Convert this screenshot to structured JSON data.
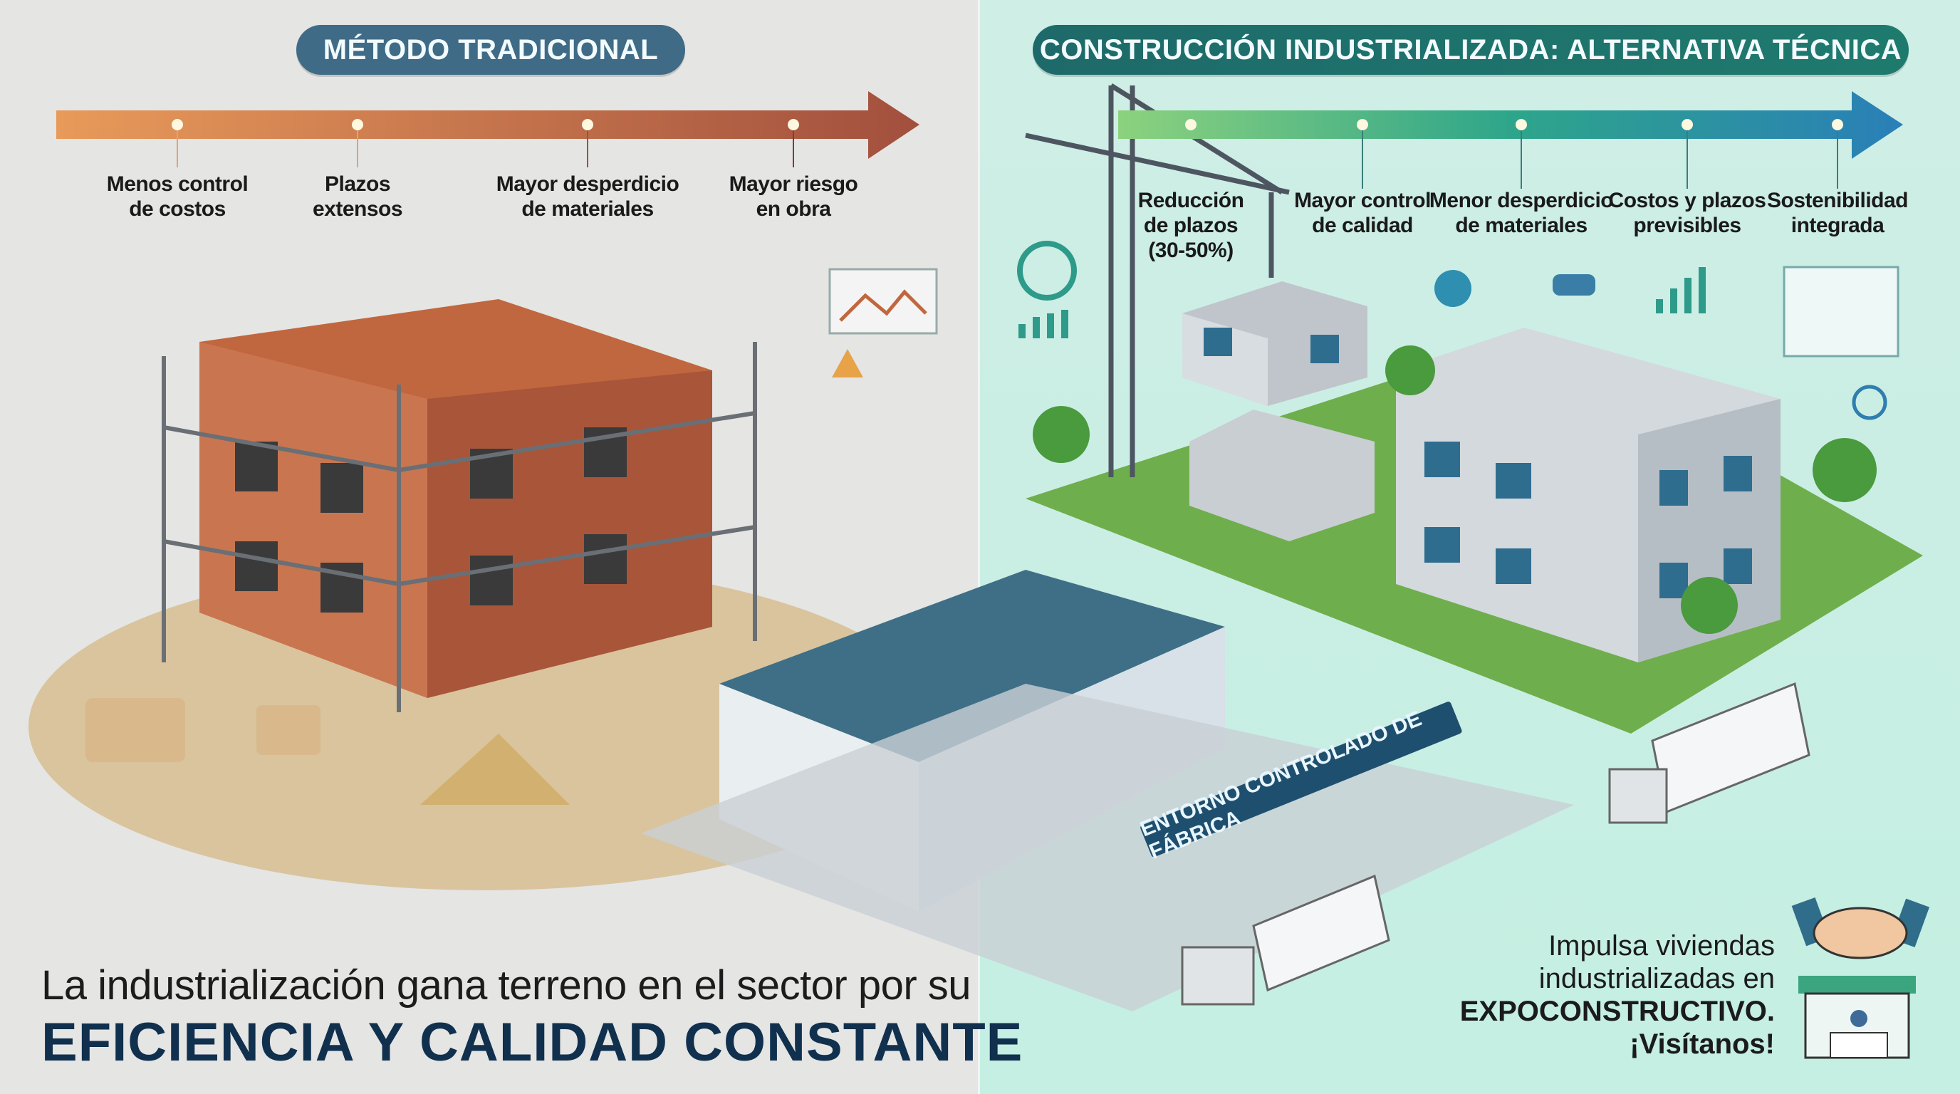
{
  "left_panel": {
    "title": "MÉTODO TRADICIONAL",
    "timeline": [
      {
        "label": "Menos control\nde costos"
      },
      {
        "label": "Plazos\nextensos"
      },
      {
        "label": "Mayor desperdicio\nde materiales"
      },
      {
        "label": "Mayor riesgo\nen obra"
      }
    ],
    "colors": {
      "pill": "#3f6b86",
      "arrow_start": "#e89a5a",
      "arrow_end": "#a24f3e",
      "background": "#e5e5e4"
    }
  },
  "right_panel": {
    "title": "CONSTRUCCIÓN INDUSTRIALIZADA: ALTERNATIVA TÉCNICA",
    "timeline": [
      {
        "label": "Reducción\nde plazos\n(30-50%)"
      },
      {
        "label": "Mayor control\nde calidad"
      },
      {
        "label": "Menor desperdicio\nde materiales"
      },
      {
        "label": "Costos y plazos\nprevisibles"
      },
      {
        "label": "Sostenibilidad\nintegrada"
      }
    ],
    "factory_banner": "ENTORNO CONTROLADO DE FÁBRICA",
    "colors": {
      "pill": "#1e6a6a",
      "arrow_start": "#8cd27e",
      "arrow_end": "#2a7fb8",
      "background": "#c8efe4"
    }
  },
  "headline": {
    "line1": "La industrialización gana terreno en el sector por su",
    "line2": "EFICIENCIA Y CALIDAD CONSTANTE"
  },
  "cta": {
    "line1": "Impulsa viviendas",
    "line2": "industrializadas en",
    "line3": "EXPOCONSTRUCTIVO.",
    "line4": "¡Visítanos!"
  },
  "icons": [
    "clock-icon",
    "bar-chart-icon",
    "gear-check-icon",
    "handshake-icon",
    "growth-chart-icon",
    "globe-icon",
    "warning-icon",
    "booth-icon",
    "crane-icon",
    "truck-icon"
  ]
}
